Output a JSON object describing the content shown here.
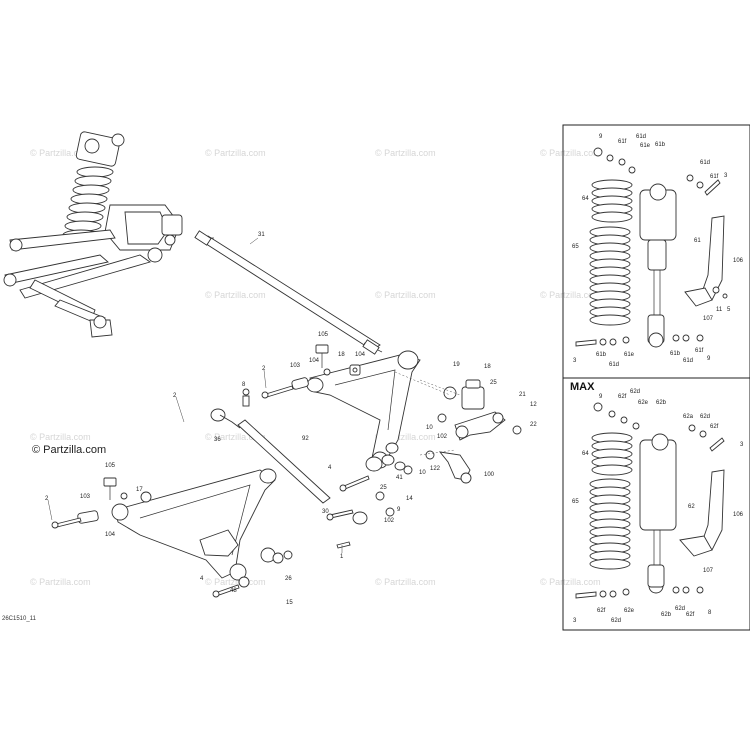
{
  "watermark": {
    "text": "© Partzilla.com"
  },
  "brand_label": "© Partzilla.com",
  "drawing_code": "26C1510_11",
  "inset_max_label": "MAX",
  "callouts": {
    "main": [
      "31",
      "105",
      "104",
      "18",
      "104",
      "103",
      "2",
      "8",
      "18",
      "19",
      "25",
      "2",
      "36",
      "92",
      "10",
      "102",
      "21",
      "12",
      "22",
      "10",
      "122",
      "100",
      "4",
      "41",
      "25",
      "14",
      "9",
      "102",
      "30",
      "105",
      "17",
      "103",
      "2",
      "104",
      "1",
      "4",
      "48",
      "26",
      "15"
    ],
    "inset_standard": [
      "9",
      "61f",
      "61d",
      "61e",
      "61b",
      "61d",
      "61f",
      "3",
      "64",
      "61",
      "106",
      "65",
      "11",
      "107",
      "5",
      "3",
      "61b",
      "61d",
      "61e",
      "61b",
      "61d",
      "61f",
      "9"
    ],
    "inset_max": [
      "9",
      "62f",
      "62d",
      "62e",
      "62b",
      "62a",
      "62d",
      "62f",
      "3",
      "64",
      "62",
      "106",
      "65",
      "107",
      "3",
      "62f",
      "62d",
      "62e",
      "62b",
      "62d",
      "62f",
      "8"
    ]
  }
}
